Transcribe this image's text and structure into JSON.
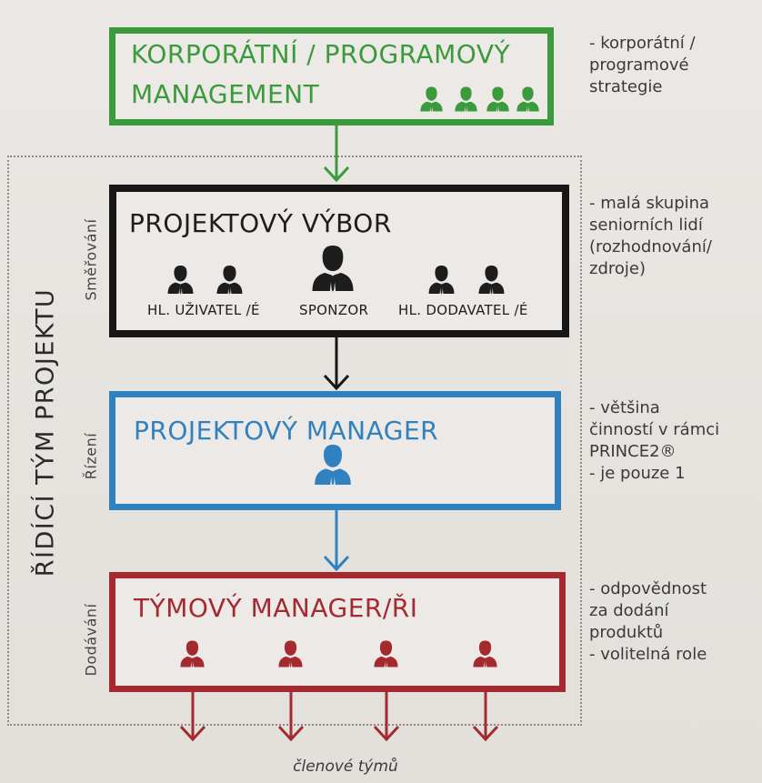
{
  "diagram": {
    "boxes": {
      "corporate": {
        "title_line1": "KORPORÁTNÍ / PROGRAMOVÝ",
        "title_line2": "MANAGEMENT",
        "color": "#3b9a3c",
        "note": [
          "- korporátní /",
          "programové",
          "strategie"
        ]
      },
      "board": {
        "title": "PROJEKTOVÝ VÝBOR",
        "color": "#171717",
        "side_label": "Směřování",
        "roles": {
          "user": "HL. UŽIVATEL /É",
          "sponsor": "SPONZOR",
          "supplier": "HL. DODAVATEL /É"
        },
        "note": [
          "- malá skupina",
          "seniorních lidí",
          "(rozhodnování/",
          "zdroje)"
        ]
      },
      "project_manager": {
        "title": "PROJEKTOVÝ MANAGER",
        "color": "#2f81bf",
        "side_label": "Řízení",
        "note": [
          "- většina",
          "činností v rámci",
          "PRINCE2®",
          "- je pouze 1"
        ]
      },
      "team_manager": {
        "title": "TÝMOVÝ MANAGER/ŘI",
        "color": "#a52a2f",
        "side_label": "Dodávání",
        "note": [
          "- odpovědnost",
          "za dodání",
          "produktů",
          "- volitelná role"
        ]
      }
    },
    "team_label": "ŘÍDÍCÍ TÝM PROJEKTU",
    "bottom_label": "členové týmů",
    "icons": {
      "person": "person-icon",
      "arrow": "arrow-down-icon"
    }
  }
}
